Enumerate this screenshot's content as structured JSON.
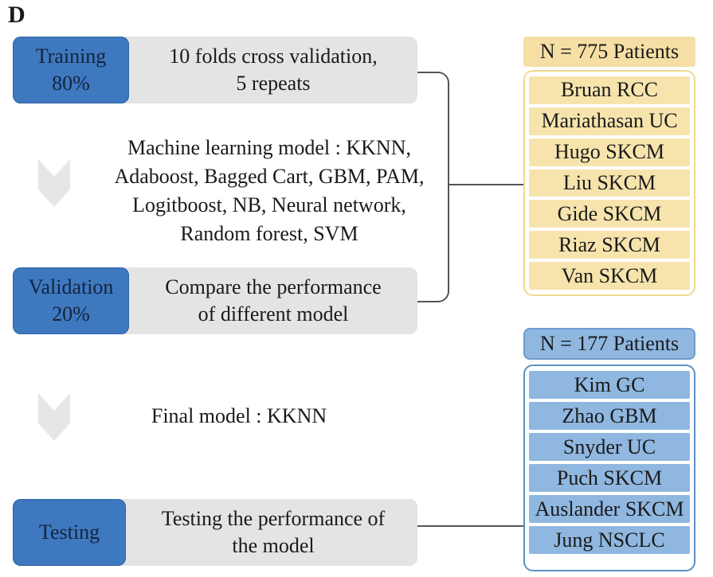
{
  "panel_label": "D",
  "training": {
    "label": "Training\n80%",
    "desc": "10 folds cross validation,\n5 repeats"
  },
  "models_text": "Machine learning model : KKNN,\nAdaboost, Bagged Cart, GBM, PAM,\nLogitboost, NB, Neural network,\nRandom forest, SVM",
  "validation": {
    "label": "Validation\n20%",
    "desc": "Compare the performance\nof different model"
  },
  "final_model_text": "Final model : KKNN",
  "testing": {
    "label": "Testing",
    "desc": "Testing the performance of\nthe model"
  },
  "training_cohorts": {
    "header": "N = 775 Patients",
    "items": [
      "Bruan RCC",
      "Mariathasan UC",
      "Hugo SKCM",
      "Liu SKCM",
      "Gide SKCM",
      "Riaz SKCM",
      "Van SKCM"
    ]
  },
  "testing_cohorts": {
    "header": "N = 177 Patients",
    "items": [
      "Kim GC",
      "Zhao GBM",
      "Snyder UC",
      "Puch SKCM",
      "Auslander SKCM",
      "Jung NSCLC"
    ]
  },
  "colors": {
    "blue": "#3e78bf",
    "grey": "#e4e4e4",
    "yellow": "#f7e4ad",
    "light_blue": "#8fb7e0"
  }
}
